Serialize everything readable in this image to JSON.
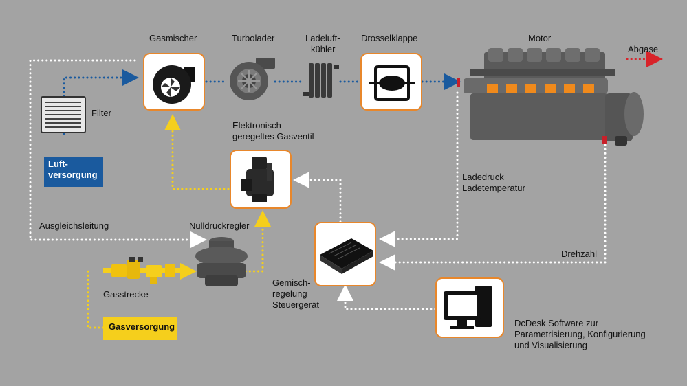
{
  "labels": {
    "gasmischer": "Gasmischer",
    "turbolader": "Turbolader",
    "ladeluft_l1": "Ladeluft-",
    "ladeluft_l2": "kühler",
    "drosselklappe": "Drosselklappe",
    "motor": "Motor",
    "abgase": "Abgase",
    "filter": "Filter",
    "luft_l1": "Luft-",
    "luft_l2": "versorgung",
    "gasventil_l1": "Elektronisch",
    "gasventil_l2": "geregeltes Gasventil",
    "ausgleich": "Ausgleichsleitung",
    "nulldruck": "Nulldruckregler",
    "ladedruck_l1": "Ladedruck",
    "ladedruck_l2": "Ladetemperatur",
    "drehzahl": "Drehzahl",
    "gemisch_l1": "Gemisch-",
    "gemisch_l2": "regelung",
    "gemisch_l3": "Steuergerät",
    "gasstrecke": "Gasstrecke",
    "gasversorgung": "Gasversorgung",
    "dcdesk_l1": "DcDesk Software zur",
    "dcdesk_l2": "Parametrisierung, Konfigurierung",
    "dcdesk_l3": "und Visualisierung"
  },
  "colors": {
    "background": "#a3a3a3",
    "box_border": "#e8872b",
    "air_line": "#1a5a9e",
    "gas_line": "#f5cf1c",
    "signal_line": "#ffffff",
    "exhaust_line": "#d8232a",
    "motor_accent": "#f08a1c"
  },
  "icons": [
    "gasmischer-icon",
    "turbolader-icon",
    "ladeluftkuehler-icon",
    "drosselklappe-icon",
    "motor-icon",
    "filter-icon",
    "gasventil-icon",
    "nulldruckregler-icon",
    "gasstrecke-icon",
    "steuergeraet-icon",
    "computer-icon"
  ]
}
